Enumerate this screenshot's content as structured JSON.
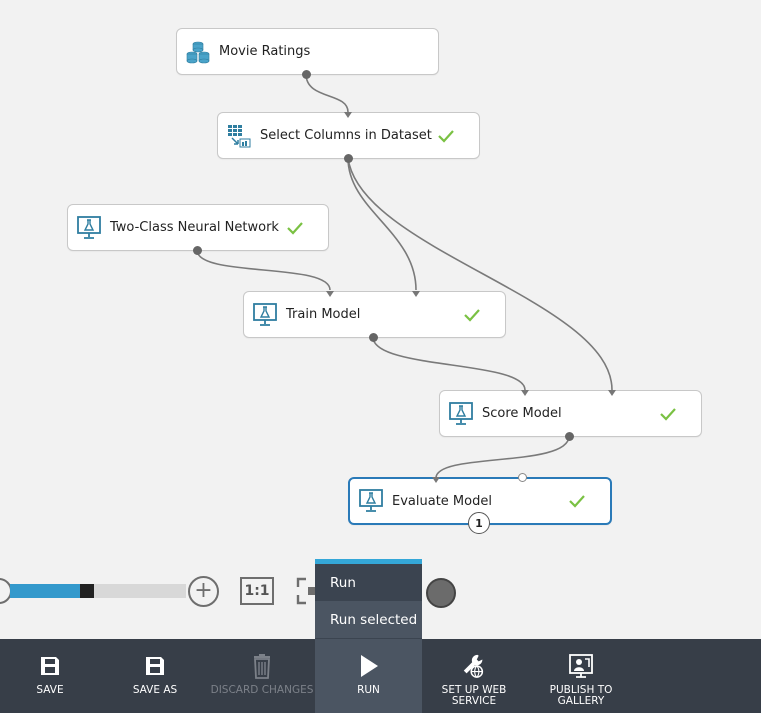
{
  "nodes": [
    {
      "id": "movie-ratings",
      "label": "Movie Ratings",
      "icon": "dataset-icon",
      "status": ""
    },
    {
      "id": "select-columns",
      "label": "Select Columns in Dataset",
      "icon": "select-columns-icon",
      "status": "success"
    },
    {
      "id": "two-class-nn",
      "label": "Two-Class Neural Network",
      "icon": "module-icon",
      "status": "success"
    },
    {
      "id": "train-model",
      "label": "Train Model",
      "icon": "module-icon",
      "status": "success"
    },
    {
      "id": "score-model",
      "label": "Score Model",
      "icon": "module-icon",
      "status": "success"
    },
    {
      "id": "evaluate-model",
      "label": "Evaluate Model",
      "icon": "module-icon",
      "status": "success",
      "selected": true,
      "badge": "1"
    }
  ],
  "zoom": {
    "level": 0.4,
    "actual_size_label": "1:1"
  },
  "run_menu": {
    "items": [
      "Run",
      "Run selected"
    ]
  },
  "toolbar": {
    "save": "SAVE",
    "save_as": "SAVE AS",
    "discard": "DISCARD CHANGES",
    "run": "RUN",
    "setup_line1": "SET UP WEB",
    "setup_line2": "SERVICE",
    "publish_line1": "PUBLISH TO",
    "publish_line2": "GALLERY"
  },
  "colors": {
    "accent": "#34a7d8",
    "success": "#7ac143",
    "toolbar_bg": "#373e48",
    "selected_border": "#2a7ab8"
  }
}
